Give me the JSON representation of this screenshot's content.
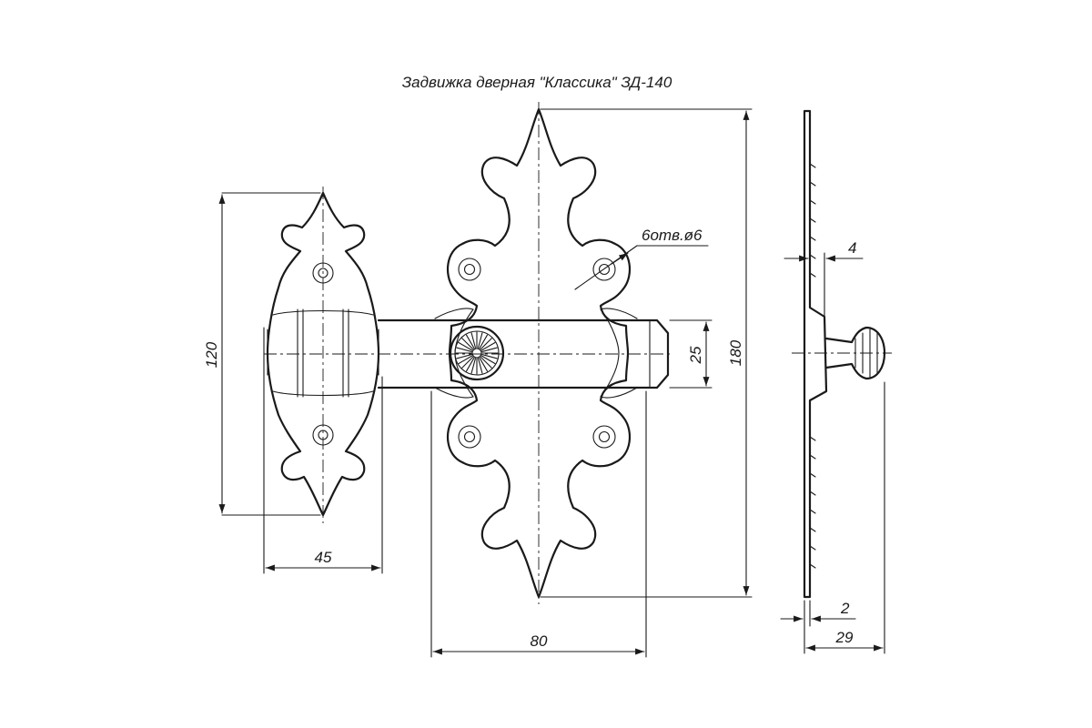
{
  "title": "Задвижка дверная \"Классика\" ЗД-140",
  "dimensions": {
    "keeper_height": "120",
    "keeper_width": "45",
    "plate_height": "180",
    "plate_width": "80",
    "bolt_width": "25",
    "holes_note": "6отв.ø6",
    "side_thickness": "4",
    "side_plate": "2",
    "side_depth": "29"
  }
}
